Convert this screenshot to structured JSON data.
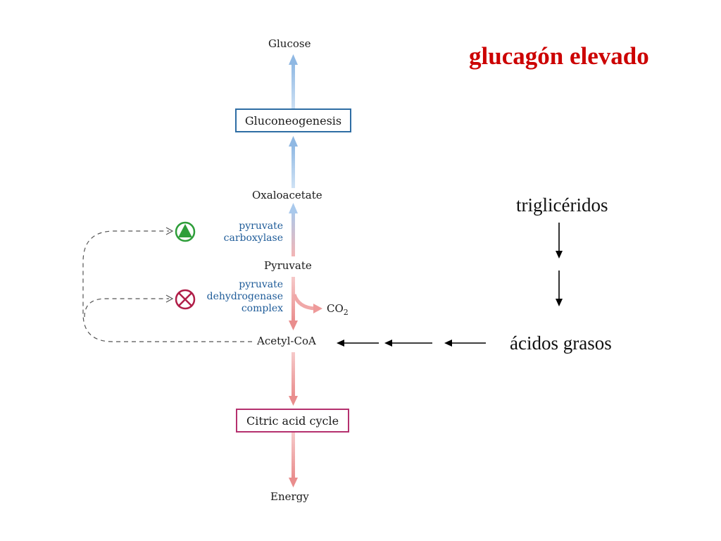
{
  "title": "glucagón elevado",
  "pathway": {
    "glucose": "Glucose",
    "gluconeogenesis": "Gluconeogenesis",
    "oxaloacetate": "Oxaloacetate",
    "pyruvate": "Pyruvate",
    "acetyl_coa": "Acetyl-CoA",
    "citric_acid_cycle": "Citric acid cycle",
    "energy": "Energy",
    "co2": "CO",
    "co2_subscript": "2"
  },
  "enzymes": {
    "pyruvate_carboxylase": [
      "pyruvate",
      "carboxylase"
    ],
    "pyruvate_dehydrogenase_complex": [
      "pyruvate",
      "dehydrogenase",
      "complex"
    ]
  },
  "lipids": {
    "triglycerides": "triglicéridos",
    "fatty_acids": "ácidos grasos"
  },
  "regulation": {
    "activation": "activation-icon",
    "inhibition": "inhibition-icon"
  },
  "colors": {
    "title": "#cc0000",
    "anabolic_arrow": "#9fc3e8",
    "catabolic_arrow": "#ee9a9a",
    "gluconeogenesis_box": "#2e6da4",
    "citric_cycle_box": "#b5306e",
    "activation": "#2e9e3a",
    "inhibition": "#b01e48",
    "enzyme_text": "#1f5c99"
  }
}
